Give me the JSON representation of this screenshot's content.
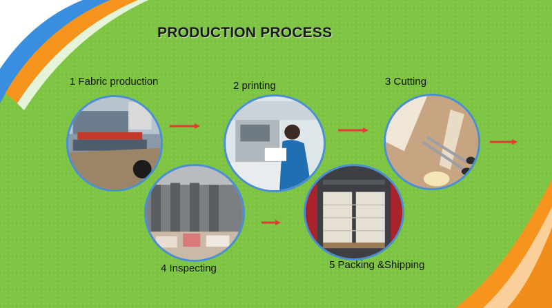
{
  "title": "PRODUCTION PROCESS",
  "steps": [
    {
      "label": "1 Fabric production",
      "photo": "fabric-machine-photo"
    },
    {
      "label": "2 printing",
      "photo": "printing-operator-photo"
    },
    {
      "label": "3 Cutting",
      "photo": "cutting-scissors-photo"
    },
    {
      "label": "4  Inspecting",
      "photo": "warehouse-inspection-photo"
    },
    {
      "label": "5 Packing &Shipping",
      "photo": "container-pallets-photo"
    }
  ],
  "colors": {
    "background": "#7ec443",
    "accent_blue": "#3a8ee0",
    "accent_orange": "#f7941d",
    "arrow_red": "#e53935",
    "circle_border": "#4a8fd6"
  }
}
